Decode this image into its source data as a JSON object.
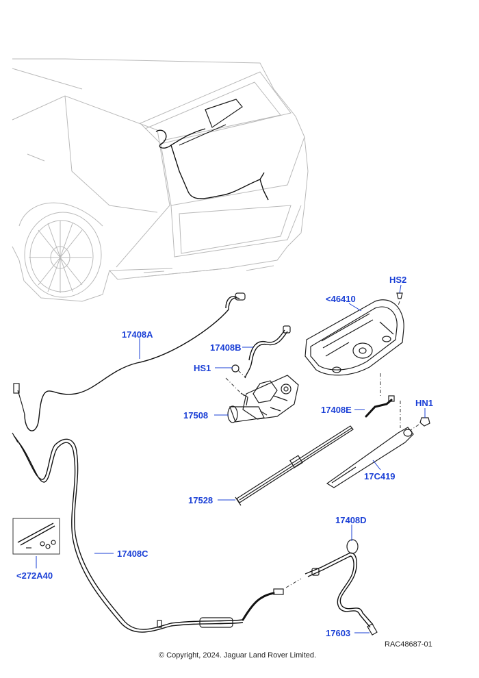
{
  "callouts": {
    "hs2": "HS2",
    "c46410": "<46410",
    "c17408a": "17408A",
    "c17408b": "17408B",
    "hs1": "HS1",
    "c17508": "17508",
    "c17408e": "17408E",
    "hn1": "HN1",
    "c17c419": "17C419",
    "c17528": "17528",
    "c17408d": "17408D",
    "c272a40": "<272A40",
    "c17408c": "17408C",
    "c17603": "17603"
  },
  "reference_code": "RAC48687-01",
  "copyright": "© Copyright, 2024. Jaguar Land Rover Limited."
}
